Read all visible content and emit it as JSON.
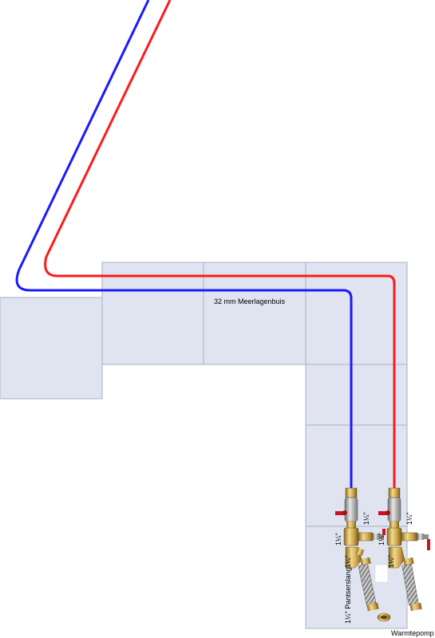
{
  "labels": {
    "pipe_type": "32 mm Meerlagenbuis",
    "fitting_size": "1¼\"",
    "hose": "1¼\" Pantserslang",
    "device": "Warmtepomp"
  },
  "colors": {
    "supply_pipe": "#ff1a1a",
    "return_pipe": "#1a1aff",
    "panel_fill": "#dfe4f0",
    "panel_stroke": "#a9b0c2",
    "valve_handle": "#cc1122",
    "brass": "#c9a24a",
    "steel_hose": "#9a9a9a"
  },
  "icons": [
    "ball-valve-icon",
    "brass-elbow-icon",
    "braided-hose-icon",
    "drain-valve-icon"
  ]
}
